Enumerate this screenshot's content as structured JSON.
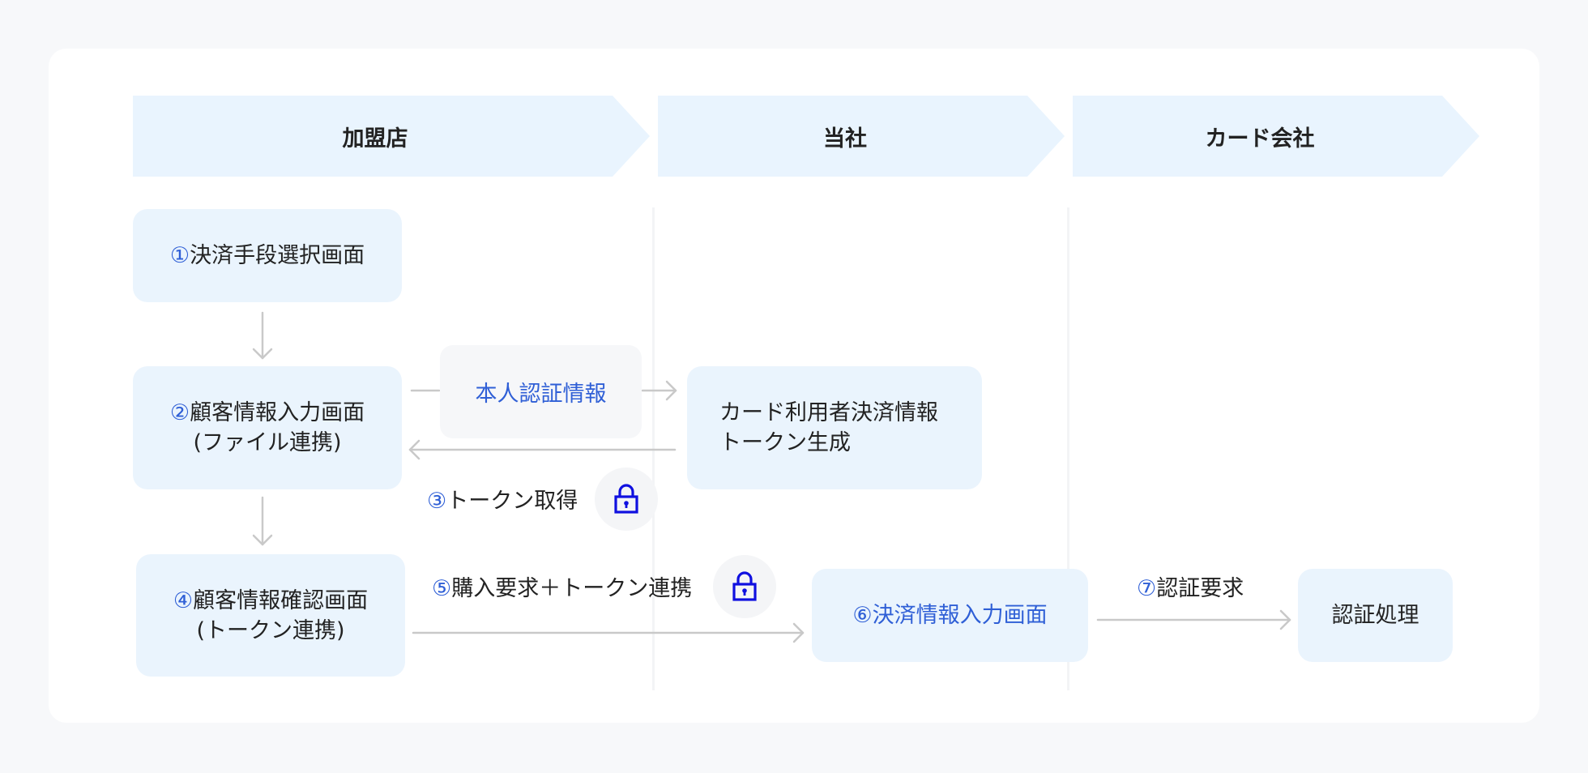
{
  "lanes": [
    "加盟店",
    "当社",
    "カード会社"
  ],
  "step1": {
    "num": "①",
    "text": "決済手段選択画面"
  },
  "step2": {
    "num": "②",
    "line1": "顧客情報入力画面",
    "line2": "(ファイル連携)"
  },
  "auth_info": "本人認証情報",
  "token_gen": {
    "line1": "カード利用者決済情報",
    "line2": "トークン生成"
  },
  "step3": {
    "num": "③",
    "text": "トークン取得"
  },
  "step4": {
    "num": "④",
    "line1": "顧客情報確認画面",
    "line2": "(トークン連携)"
  },
  "step5": {
    "num": "⑤",
    "text": "購入要求＋トークン連携"
  },
  "step6": {
    "num": "⑥",
    "text": "決済情報入力画面"
  },
  "step7": {
    "num": "⑦",
    "text": "認証要求"
  },
  "auth_process": "認証処理",
  "icons": {
    "lock": "lock-icon"
  },
  "colors": {
    "accent": "#2f5fd6",
    "box": "#eaf4fd",
    "lock": "#1010e0",
    "arrow": "#c9c9c9"
  }
}
